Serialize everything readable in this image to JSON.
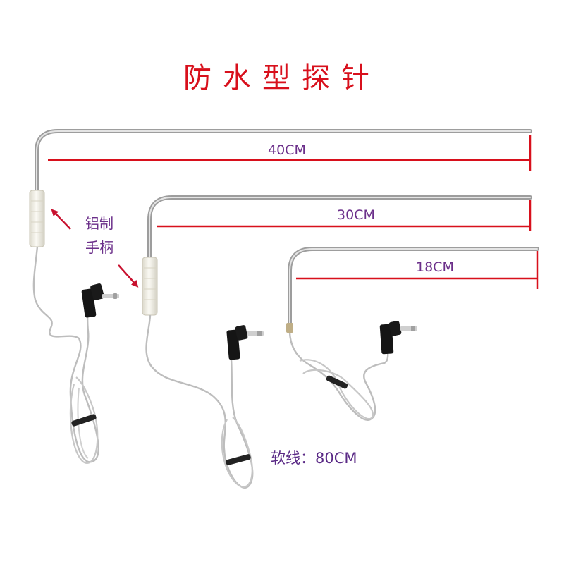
{
  "title": "防水型探针",
  "handle_label": {
    "line1": "铝制",
    "line2": "手柄"
  },
  "cable_label": "软线：80CM",
  "probes": [
    {
      "length_label": "40CM"
    },
    {
      "length_label": "30CM"
    },
    {
      "length_label": "18CM"
    }
  ],
  "colors": {
    "title": "#d8101c",
    "dimension_line": "#d8101c",
    "arrow": "#c8102e",
    "label_text": "#6b2f8a",
    "rod": "#b9b9b9",
    "handle": "#f2f0e6",
    "plug": "#151515"
  }
}
